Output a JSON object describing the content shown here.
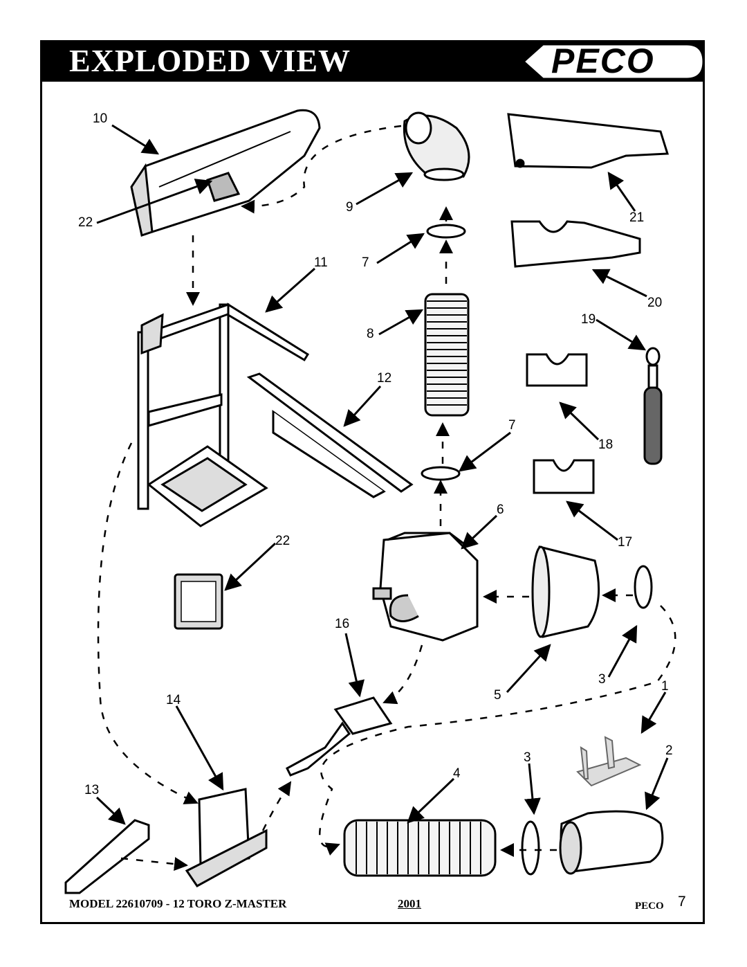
{
  "header": {
    "title": "EXPLODED VIEW",
    "logo_text": "PECO"
  },
  "callouts": {
    "c10": "10",
    "c22a": "22",
    "c9": "9",
    "c7a": "7",
    "c11": "11",
    "c8": "8",
    "c12": "12",
    "c7b": "7",
    "c21": "21",
    "c20": "20",
    "c19": "19",
    "c18": "18",
    "c17": "17",
    "c6": "6",
    "c22b": "22",
    "c16": "16",
    "c5": "5",
    "c3a": "3",
    "c1": "1",
    "c14": "14",
    "c2": "2",
    "c3b": "3",
    "c4": "4",
    "c13": "13"
  },
  "footer": {
    "model": "MODEL 22610709 - 12 TORO Z-MASTER",
    "year": "2001",
    "brand": "PECO",
    "page": "7"
  }
}
